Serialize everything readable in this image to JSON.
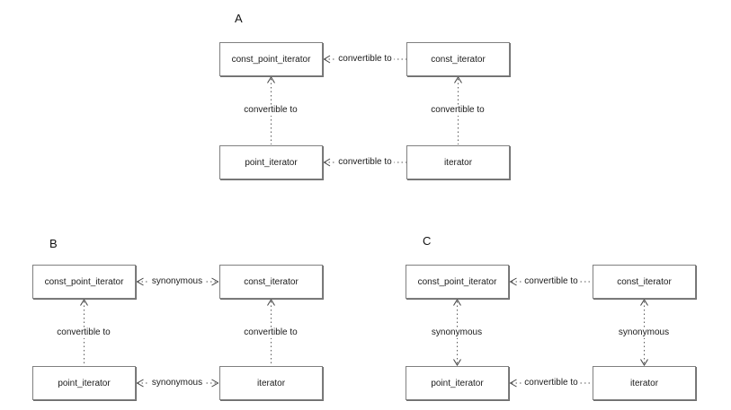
{
  "page": {
    "background": "#ffffff"
  },
  "colors": {
    "box_border": "#808080",
    "box_fill": "#ffffff",
    "line": "#5a5a5a",
    "text": "#1a1a1a"
  },
  "diagrams": [
    {
      "label": "A",
      "nodes": {
        "top_left": "const_point_iterator",
        "top_right": "const_iterator",
        "bottom_left": "point_iterator",
        "bottom_right": "iterator"
      },
      "edges": {
        "top_horizontal": {
          "label": "convertible to",
          "direction": "points-left"
        },
        "bottom_horizontal": {
          "label": "convertible to",
          "direction": "points-left"
        },
        "left_vertical": {
          "label": "convertible to",
          "direction": "points-up"
        },
        "right_vertical": {
          "label": "convertible to",
          "direction": "points-up"
        }
      }
    },
    {
      "label": "B",
      "nodes": {
        "top_left": "const_point_iterator",
        "top_right": "const_iterator",
        "bottom_left": "point_iterator",
        "bottom_right": "iterator"
      },
      "edges": {
        "top_horizontal": {
          "label": "synonymous",
          "direction": "double-headed"
        },
        "bottom_horizontal": {
          "label": "synonymous",
          "direction": "double-headed"
        },
        "left_vertical": {
          "label": "convertible to",
          "direction": "points-up"
        },
        "right_vertical": {
          "label": "convertible to",
          "direction": "points-up"
        }
      }
    },
    {
      "label": "C",
      "nodes": {
        "top_left": "const_point_iterator",
        "top_right": "const_iterator",
        "bottom_left": "point_iterator",
        "bottom_right": "iterator"
      },
      "edges": {
        "top_horizontal": {
          "label": "convertible to",
          "direction": "points-left"
        },
        "bottom_horizontal": {
          "label": "convertible to",
          "direction": "points-left"
        },
        "left_vertical": {
          "label": "synonymous",
          "direction": "double-headed"
        },
        "right_vertical": {
          "label": "synonymous",
          "direction": "double-headed"
        }
      }
    }
  ]
}
